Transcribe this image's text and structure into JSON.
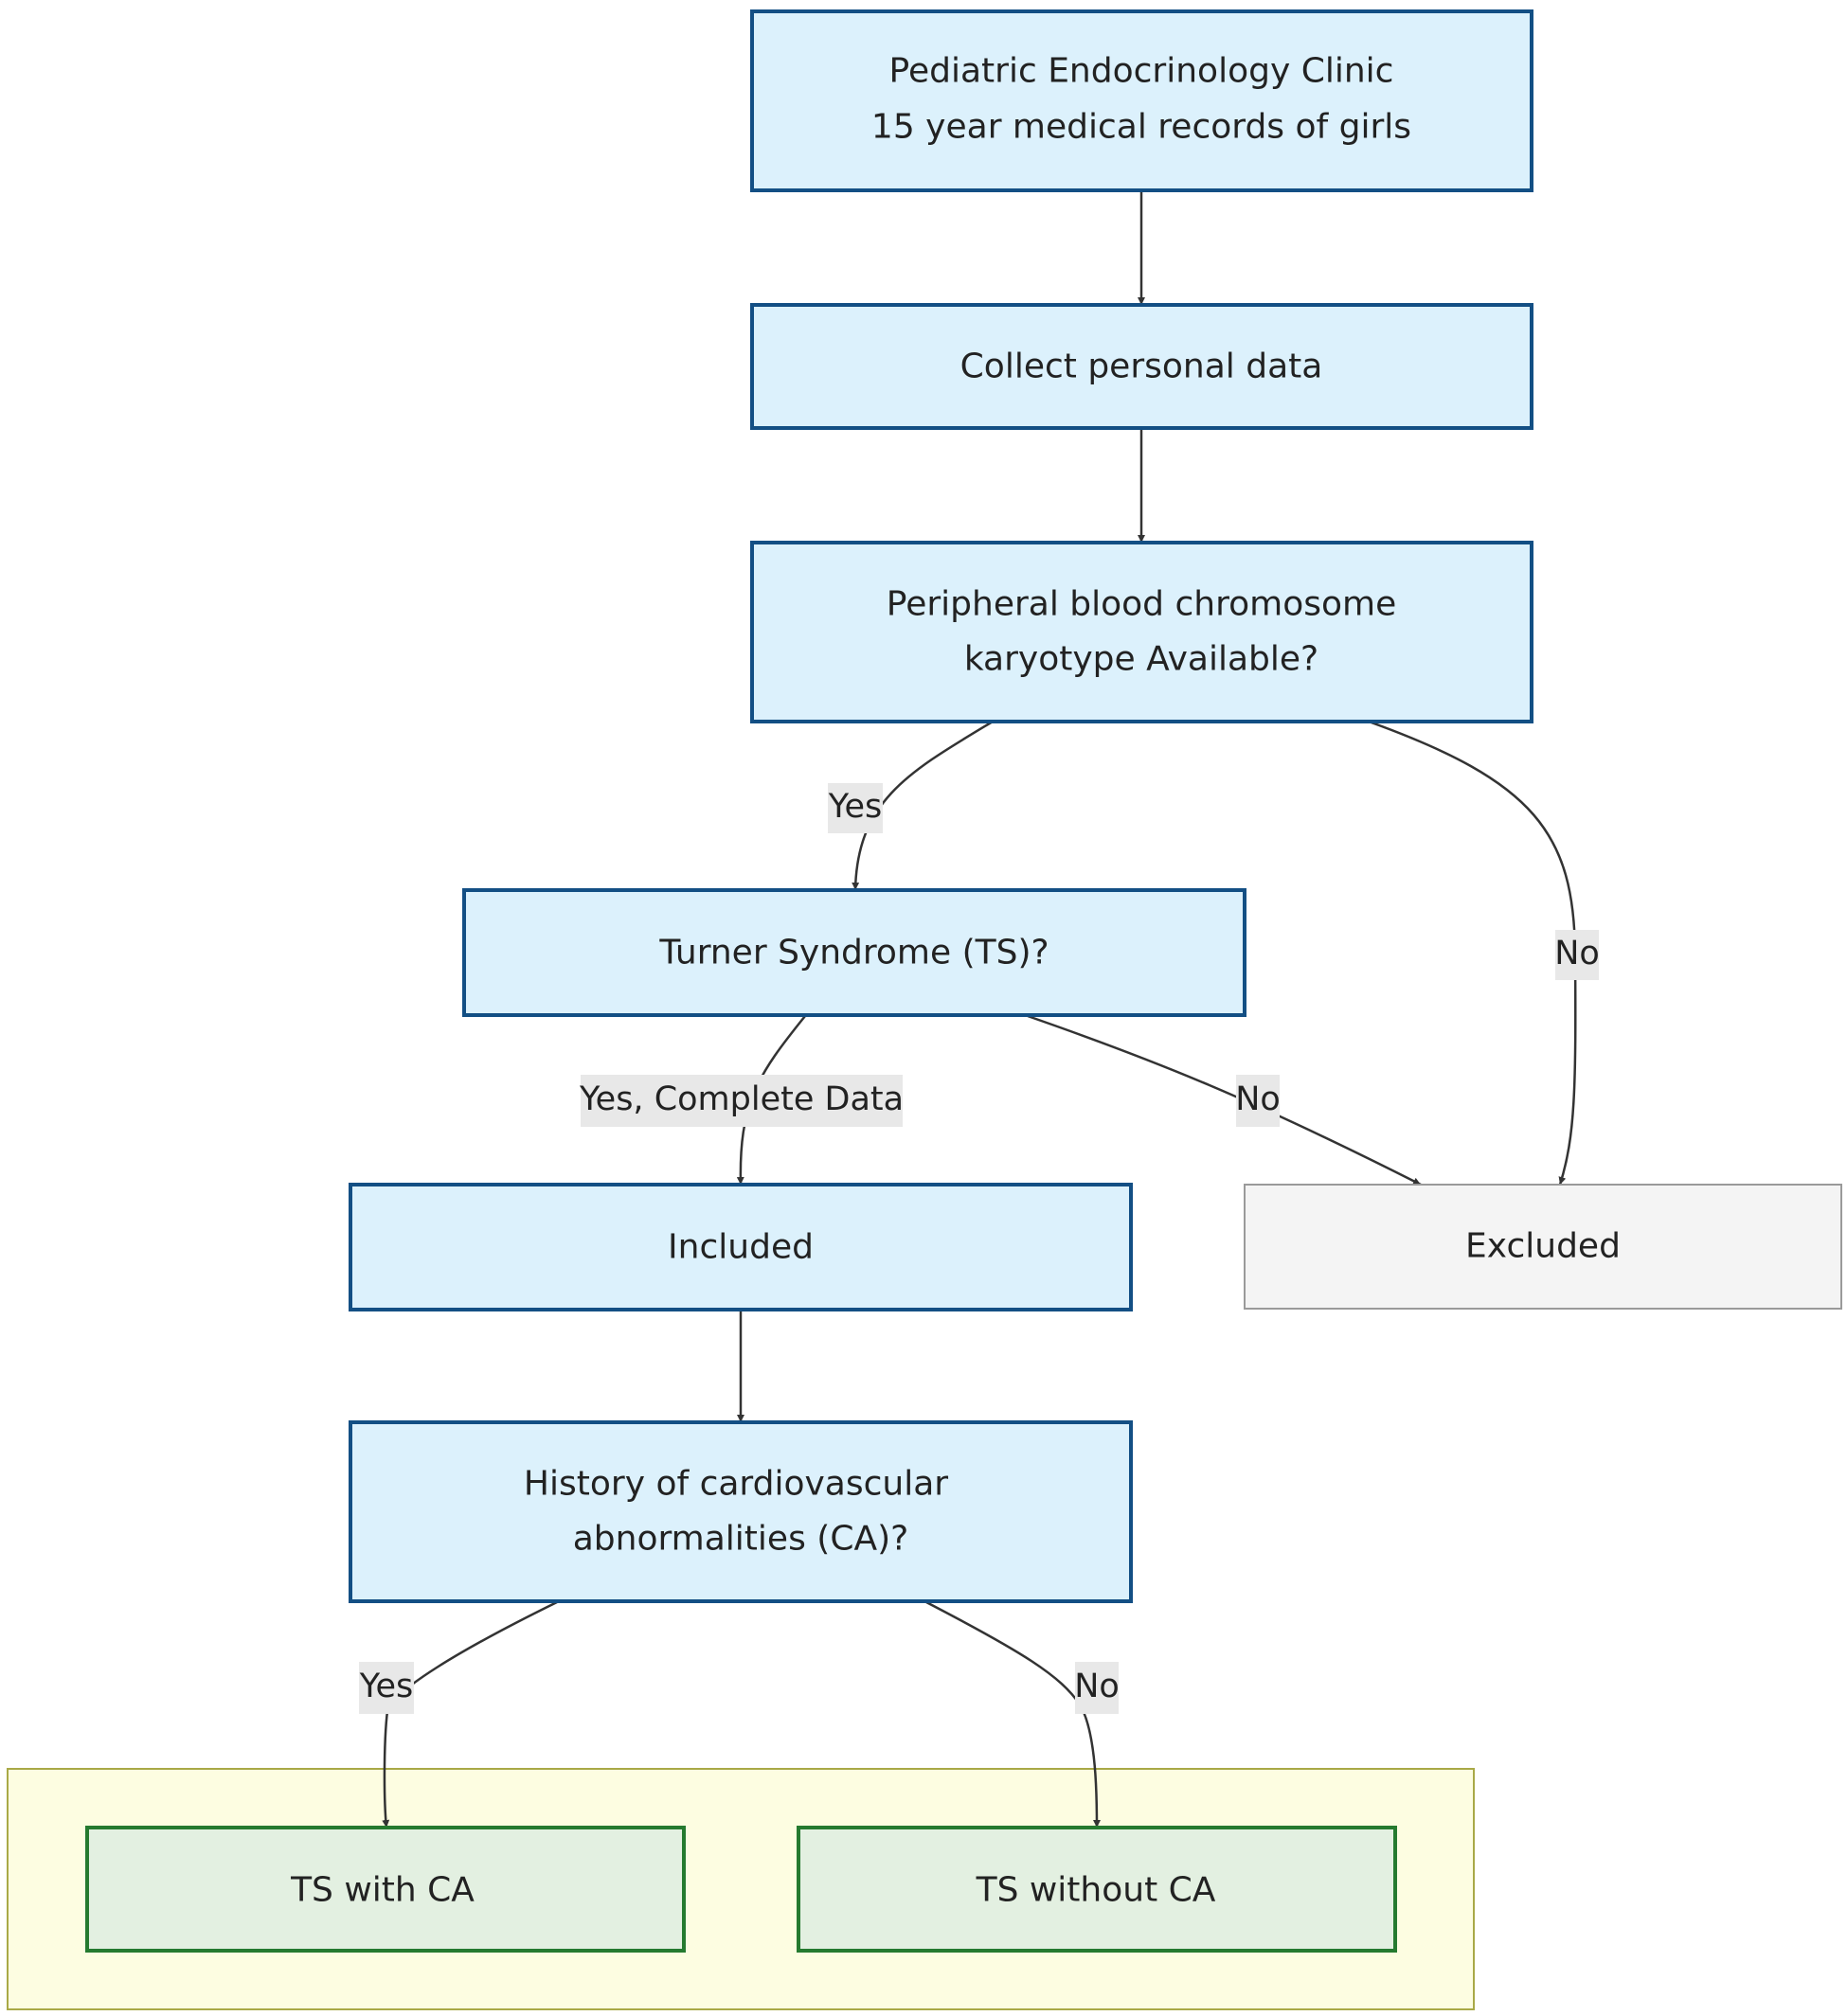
{
  "nodes": {
    "clinic": {
      "line1": "Pediatric Endocrinology Clinic",
      "line2": "15 year medical records of girls"
    },
    "collect": {
      "line1": "Collect personal data"
    },
    "karyotype": {
      "line1": "Peripheral blood chromosome",
      "line2": "karyotype Available?"
    },
    "turner": {
      "line1": "Turner Syndrome (TS)?"
    },
    "included": {
      "line1": "Included"
    },
    "excluded": {
      "line1": "Excluded"
    },
    "history": {
      "line1": "History of cardiovascular",
      "line2": "abnormalities (CA)?"
    },
    "ts_with_ca": {
      "line1": "TS with CA"
    },
    "ts_without_ca": {
      "line1": "TS without CA"
    }
  },
  "edge_labels": {
    "karyotype_yes": "Yes",
    "karyotype_no": "No",
    "turner_yes": "Yes, Complete Data",
    "turner_no": "No",
    "history_yes": "Yes",
    "history_no": "No"
  },
  "colors": {
    "process_fill": "#dcf1fc",
    "process_stroke": "#134f84",
    "excluded_fill": "#f4f4f4",
    "outcome_fill": "#e3f0e1",
    "outcome_stroke": "#257a2f",
    "group_fill": "#fdfde1",
    "edge_label_bg": "#e8e8e8"
  }
}
